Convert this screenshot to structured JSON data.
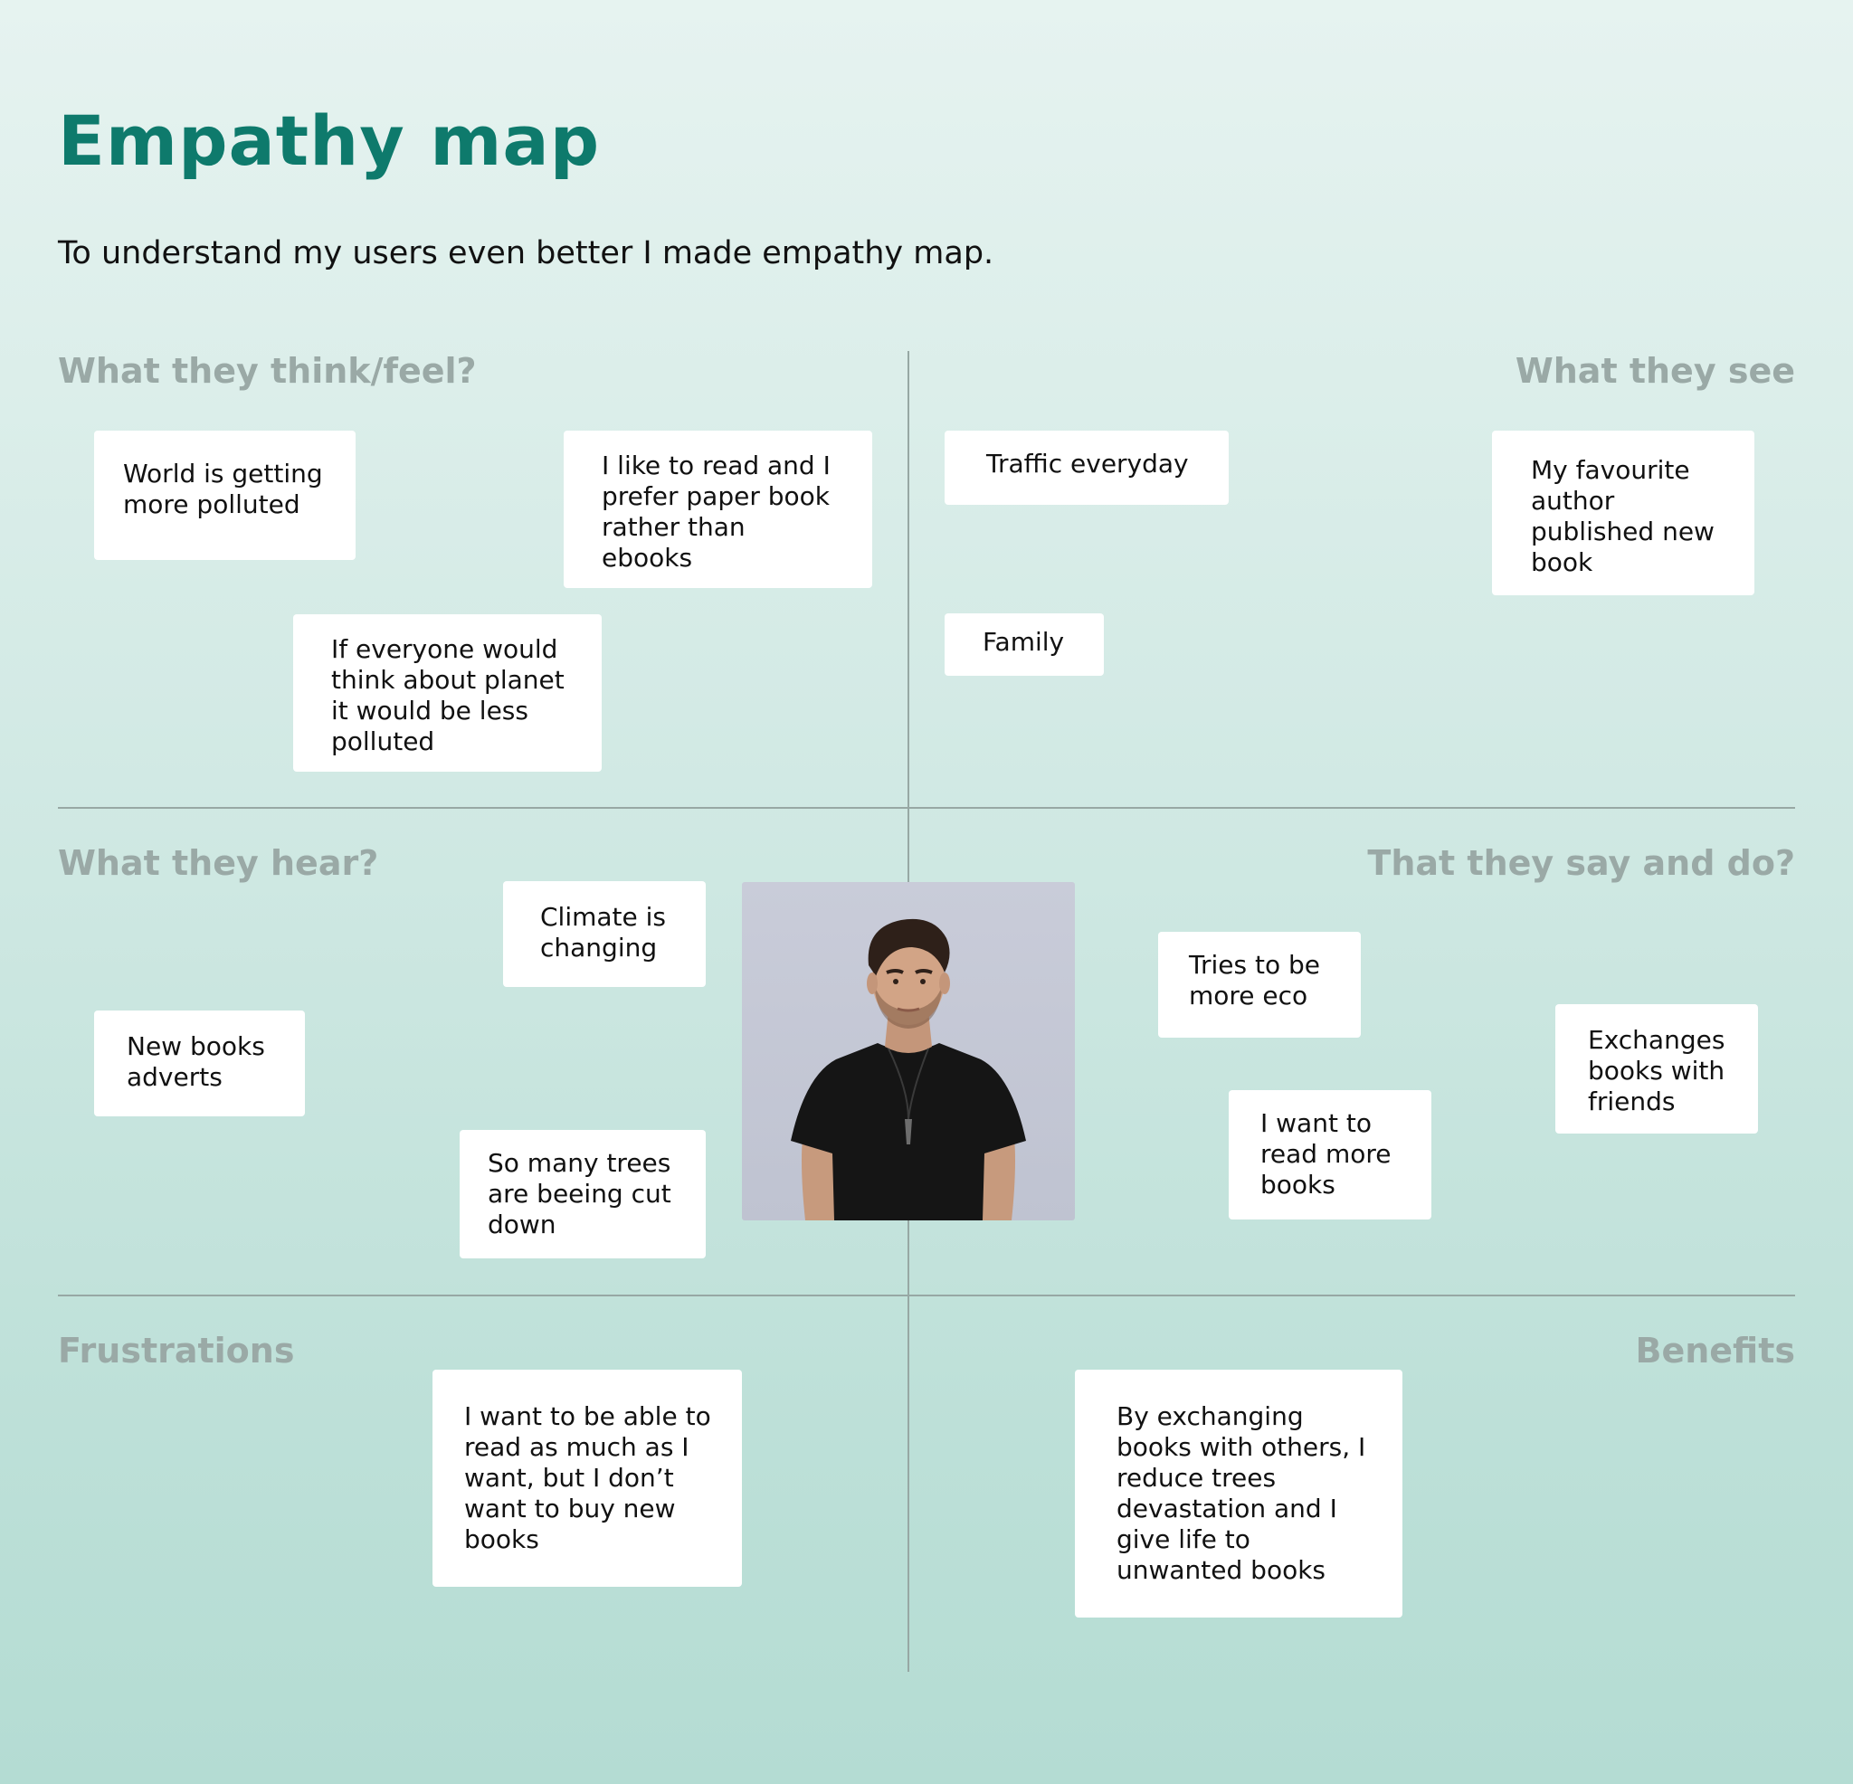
{
  "title": "Empathy map",
  "subtitle": "To understand my users even better I made empathy map.",
  "quadrants": {
    "think_feel": {
      "title": "What they think/feel?",
      "notes": [
        "World is getting\nmore polluted",
        "I like to read and I\nprefer paper book\nrather than\nebooks",
        "If everyone would\nthink about planet\nit would be less\npolluted"
      ]
    },
    "see": {
      "title": "What they see",
      "notes": [
        "Traffic everyday",
        "My favourite\nauthor\npublished new\nbook",
        "Family"
      ]
    },
    "hear": {
      "title": "What they hear?",
      "notes": [
        "Climate is\nchanging",
        "New books\nadverts",
        "So many trees\nare beeing cut\ndown"
      ]
    },
    "say_do": {
      "title": "That they say and do?",
      "notes": [
        "Tries to be\nmore eco",
        "Exchanges\nbooks with\nfriends",
        "I want to\nread more\nbooks"
      ]
    },
    "frustrations": {
      "title": "Frustrations",
      "notes": [
        "I want to be able to\nread as much as I\nwant, but I don’t\nwant to buy new\nbooks"
      ]
    },
    "benefits": {
      "title": "Benefits",
      "notes": [
        "By exchanging\nbooks with others, I\nreduce trees\ndevastation and I\ngive life to\nunwanted books"
      ]
    }
  },
  "colors": {
    "title": "#0e7a6c",
    "section_title": "#9aa9a6",
    "note_background": "#ffffff",
    "divider": "#97a8a4"
  }
}
